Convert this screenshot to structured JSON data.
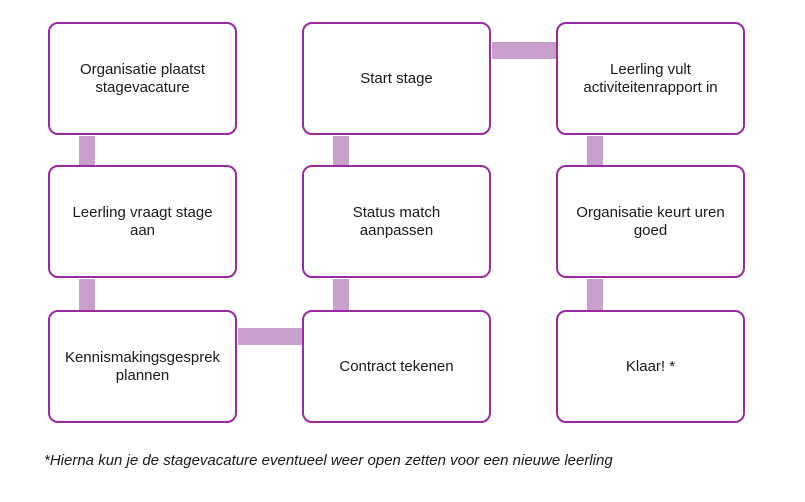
{
  "diagram": {
    "accent_color": "#9b2aa0",
    "connector_color": "#c9a0cc",
    "steps": [
      {
        "id": "s1",
        "label": "Organisatie plaatst stagevacature"
      },
      {
        "id": "s2",
        "label": "Leerling vraagt stage aan"
      },
      {
        "id": "s3",
        "label": "Kennismakingsgesprek plannen"
      },
      {
        "id": "s4",
        "label": "Contract tekenen"
      },
      {
        "id": "s5",
        "label": "Status match aanpassen"
      },
      {
        "id": "s6",
        "label": "Start stage"
      },
      {
        "id": "s7",
        "label": "Leerling vult activiteitenrapport in"
      },
      {
        "id": "s8",
        "label": "Organisatie keurt uren goed"
      },
      {
        "id": "s9",
        "label": "Klaar! *"
      }
    ]
  },
  "footnote": "*Hierna kun je de stagevacature eventueel weer open zetten voor een nieuwe leerling"
}
